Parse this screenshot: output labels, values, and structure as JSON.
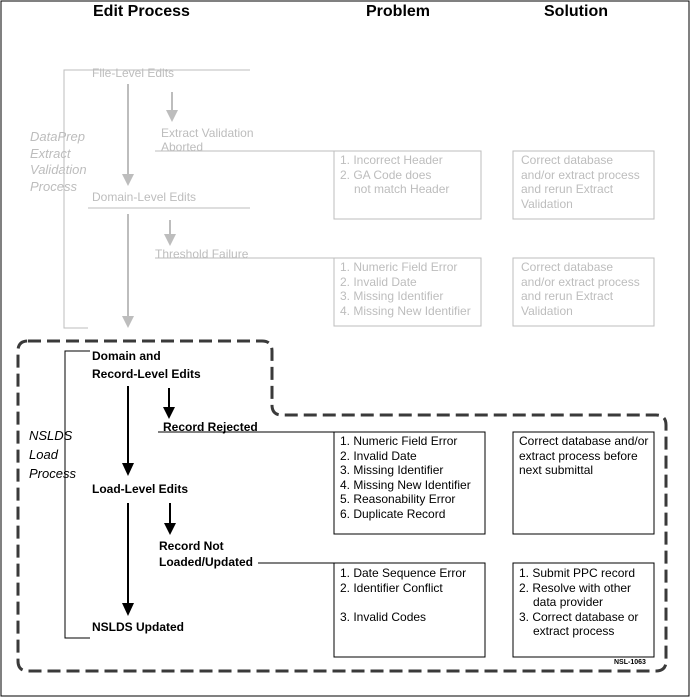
{
  "headers": {
    "edit_process": "Edit Process",
    "problem": "Problem",
    "solution": "Solution"
  },
  "dataprep": {
    "label_lines": [
      "DataPrep",
      "Extract",
      "Validation",
      "Process"
    ],
    "steps": {
      "file_level": "File-Level Edits",
      "extract_validation_aborted": [
        "Extract Validation",
        "Aborted"
      ],
      "domain_level": "Domain-Level Edits",
      "threshold_failure": "Threshold Failure"
    },
    "problems": {
      "extract": [
        "1. Incorrect Header",
        "2. GA Code does",
        "    not match Header"
      ],
      "threshold": [
        "1. Numeric Field Error",
        "2. Invalid Date",
        "3. Missing Identifier",
        "4. Missing New Identifier"
      ]
    },
    "solutions": {
      "extract": [
        "Correct database",
        "and/or extract process",
        "and rerun Extract",
        "Validation"
      ],
      "threshold": [
        "Correct database",
        "and/or extract process",
        "and rerun Extract",
        "Validation"
      ]
    }
  },
  "nslds": {
    "label_lines": [
      "NSLDS",
      "Load",
      "Process"
    ],
    "steps": {
      "domain_record": [
        "Domain and",
        "Record-Level Edits"
      ],
      "record_rejected": "Record Rejected",
      "load_level": "Load-Level Edits",
      "record_not_loaded": [
        "Record Not",
        "Loaded/Updated"
      ],
      "nslds_updated": "NSLDS Updated"
    },
    "problems": {
      "rejected": [
        "1. Numeric Field Error",
        "2. Invalid Date",
        "3. Missing Identifier",
        "4. Missing New  Identifier",
        "5. Reasonability Error",
        "6. Duplicate Record"
      ],
      "not_loaded": [
        "1. Date Sequence Error",
        "2. Identifier Conflict",
        "",
        "3. Invalid Codes"
      ]
    },
    "solutions": {
      "rejected": [
        "Correct database and/or",
        "extract process before",
        "next submittal"
      ],
      "not_loaded": [
        "1. Submit PPC record",
        "2. Resolve with other",
        "    data provider",
        "3. Correct database or",
        "    extract process"
      ]
    }
  },
  "figure_code": "NSL-1063",
  "colors": {
    "gray": "#bdbdbd",
    "black": "#000000",
    "dash": "#3a3a3a"
  }
}
